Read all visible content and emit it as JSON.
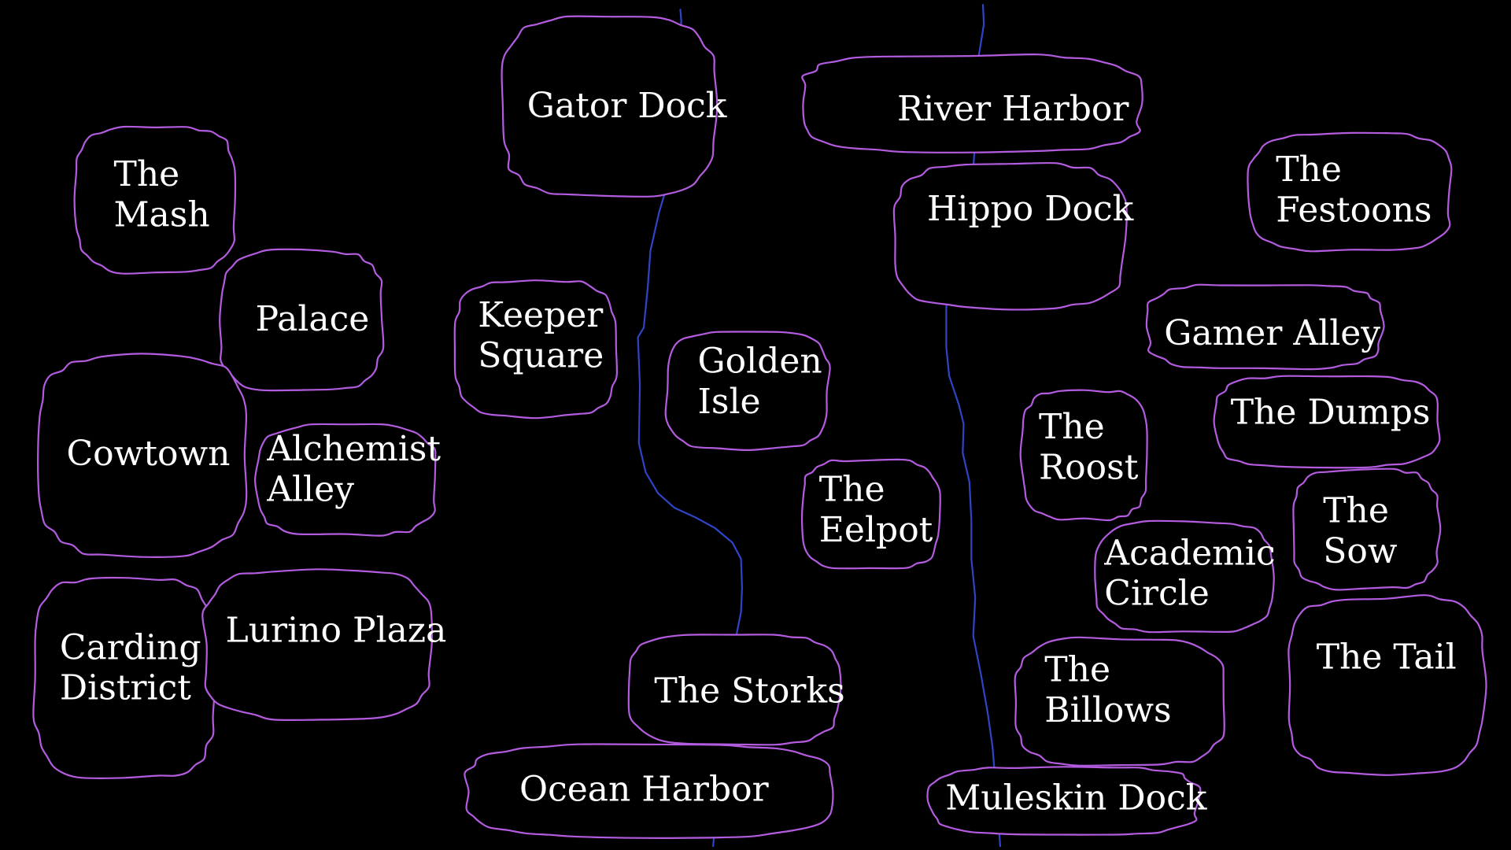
{
  "colors": {
    "background": "#000000",
    "region_outline": "#b45ce0",
    "river": "#2f45c8",
    "label_text": "#ffffff"
  },
  "rivers": [
    {
      "id": "west-river"
    },
    {
      "id": "east-river"
    }
  ],
  "districts": [
    {
      "id": "gator-dock",
      "lines": [
        "Gator Dock"
      ]
    },
    {
      "id": "river-harbor",
      "lines": [
        "River Harbor"
      ]
    },
    {
      "id": "the-mash",
      "lines": [
        "The",
        "Mash"
      ]
    },
    {
      "id": "hippo-dock",
      "lines": [
        "Hippo Dock"
      ]
    },
    {
      "id": "the-festoons",
      "lines": [
        "The",
        "Festoons"
      ]
    },
    {
      "id": "palace",
      "lines": [
        "Palace"
      ]
    },
    {
      "id": "keeper-square",
      "lines": [
        "Keeper",
        "Square"
      ]
    },
    {
      "id": "gamer-alley",
      "lines": [
        "Gamer Alley"
      ]
    },
    {
      "id": "golden-isle",
      "lines": [
        "Golden",
        "Isle"
      ]
    },
    {
      "id": "cowtown",
      "lines": [
        "Cowtown"
      ]
    },
    {
      "id": "alchemist-alley",
      "lines": [
        "Alchemist",
        "Alley"
      ]
    },
    {
      "id": "the-dumps",
      "lines": [
        "The Dumps"
      ]
    },
    {
      "id": "the-roost",
      "lines": [
        "The",
        "Roost"
      ]
    },
    {
      "id": "the-eelpot",
      "lines": [
        "The",
        "Eelpot"
      ]
    },
    {
      "id": "the-sow",
      "lines": [
        "The",
        "Sow"
      ]
    },
    {
      "id": "academic-circle",
      "lines": [
        "Academic",
        "Circle"
      ]
    },
    {
      "id": "carding-district",
      "lines": [
        "Carding",
        "District"
      ]
    },
    {
      "id": "lurino-plaza",
      "lines": [
        "Lurino Plaza"
      ]
    },
    {
      "id": "the-tail",
      "lines": [
        "The Tail"
      ]
    },
    {
      "id": "the-billows",
      "lines": [
        "The",
        "Billows"
      ]
    },
    {
      "id": "the-storks",
      "lines": [
        "The Storks"
      ]
    },
    {
      "id": "ocean-harbor",
      "lines": [
        "Ocean Harbor"
      ]
    },
    {
      "id": "muleskin-dock",
      "lines": [
        "Muleskin Dock"
      ]
    }
  ]
}
